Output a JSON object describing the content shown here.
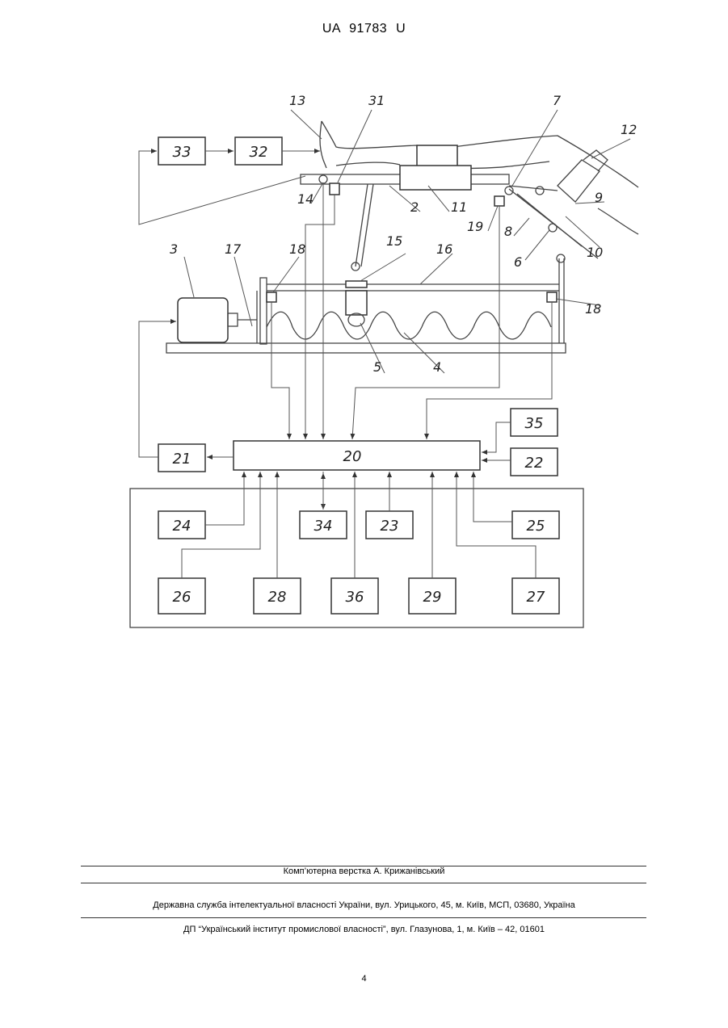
{
  "header": {
    "doc_code": "UA   91783   U"
  },
  "figure": {
    "labels": {
      "l2": "2",
      "l3": "3",
      "l4": "4",
      "l5": "5",
      "l6": "6",
      "l7": "7",
      "l8": "8",
      "l9": "9",
      "l10": "10",
      "l11": "11",
      "l12": "12",
      "l13": "13",
      "l14": "14",
      "l15": "15",
      "l16": "16",
      "l17": "17",
      "l18a": "18",
      "l18b": "18",
      "l19": "19",
      "l31": "31"
    },
    "blocks": {
      "b20": "20",
      "b21": "21",
      "b22": "22",
      "b23": "23",
      "b24": "24",
      "b25": "25",
      "b26": "26",
      "b27": "27",
      "b28": "28",
      "b29": "29",
      "b32": "32",
      "b33": "33",
      "b34": "34",
      "b35": "35",
      "b36": "36"
    }
  },
  "footer": {
    "layout_credit": "Комп’ютерна верстка А. Крижанівський",
    "service": "Державна служба інтелектуальної власності України, вул. Урицького, 45, м. Київ, МСП, 03680, Україна",
    "institute": "ДП “Український інститут промислової власності”, вул. Глазунова, 1, м. Київ – 42, 01601"
  },
  "page_number": "4"
}
